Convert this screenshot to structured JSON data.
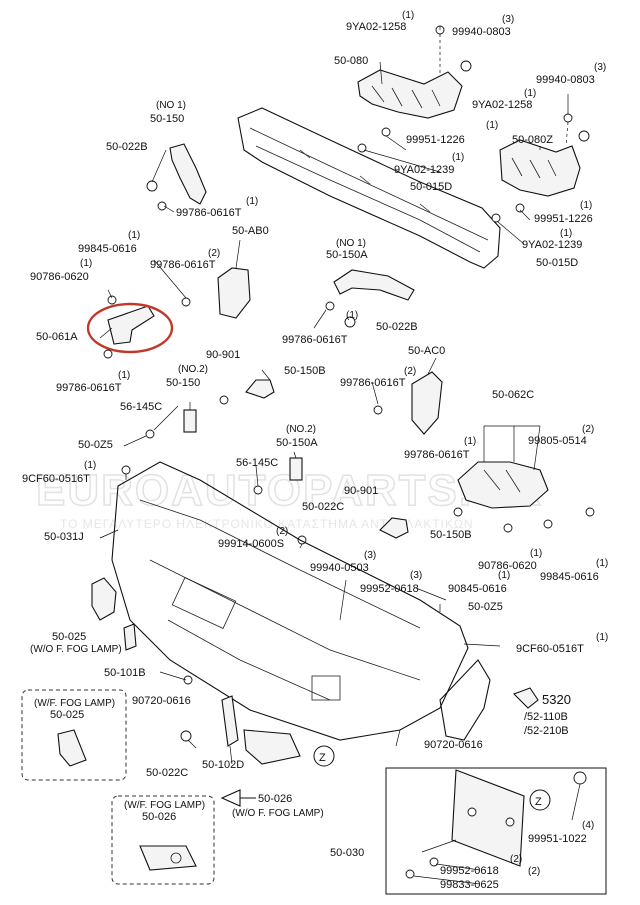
{
  "watermark": {
    "main": "EUROAUTOPARTS.GR",
    "sub": "ΤΟ ΜΕΓΑΛΥΤΕΡΟ ΗΛΕΚΤΡΟΝΙΚΟ ΚΑΤΑΣΤΗΜΑ ΑΝΤΑΛΛΑΚΤΙΚΩΝ"
  },
  "labels": {
    "l_9ya02_1258_top": "9YA02-1258",
    "q_9ya02_1258_top": "(1)",
    "l_99940_0803_top": "99940-0803",
    "q_99940_0803_top": "(3)",
    "l_50_080": "50-080",
    "l_99940_0803_r": "99940-0803",
    "q_99940_0803_r": "(3)",
    "l_9ya02_1258_r": "9YA02-1258",
    "q_9ya02_1258_r": "(1)",
    "l_99951_1226_a": "99951-1226",
    "q_99951_1226_a": "(1)",
    "l_50_080z": "50-080Z",
    "l_9ya02_1239_a": "9YA02-1239",
    "q_9ya02_1239_a": "(1)",
    "l_50_015d_a": "50-015D",
    "l_99951_1226_b": "99951-1226",
    "q_99951_1226_b": "(1)",
    "l_9ya02_1239_b": "9YA02-1239",
    "q_9ya02_1239_b": "(1)",
    "l_50_015d_b": "50-015D",
    "l_no1_a": "(NO 1)",
    "l_50_150": "50-150",
    "l_50_022b_a": "50-022B",
    "l_99786_0616t_a": "99786-0616T",
    "q_99786_0616t_a": "(1)",
    "l_99845_0616_a": "99845-0616",
    "q_99845_0616_a": "(1)",
    "l_50_ab0": "50-AB0",
    "l_99786_0616t_b": "99786-0616T",
    "q_99786_0616t_b": "(2)",
    "l_90786_0620_a": "90786-0620",
    "q_90786_0620_a": "(1)",
    "l_no1_b": "(NO 1)",
    "l_50_150a_a": "50-150A",
    "l_50_061a": "50-061A",
    "l_99786_0616t_c": "99786-0616T",
    "q_99786_0616t_c": "(1)",
    "l_50_022b_b": "50-022B",
    "l_99786_0616t_d": "99786-0616T",
    "q_99786_0616t_d": "(1)",
    "l_50_ac0": "50-AC0",
    "l_90_901_a": "90-901",
    "l_no2_a": "(NO.2)",
    "l_50_150_b": "50-150",
    "l_50_150b_a": "50-150B",
    "l_99786_0616t_e": "99786-0616T",
    "q_99786_0616t_e": "(2)",
    "l_56_145c_a": "56-145C",
    "l_50_062c": "50-062C",
    "l_99805_0514": "99805-0514",
    "q_99805_0514": "(2)",
    "l_50_0z5_a": "50-0Z5",
    "l_no2_b": "(NO.2)",
    "l_50_150a_b": "50-150A",
    "l_99786_0616t_f": "99786-0616T",
    "q_99786_0616t_f": "(1)",
    "l_9cf60_0516t_a": "9CF60-0516T",
    "q_9cf60_0516t_a": "(1)",
    "l_56_145c_b": "56-145C",
    "l_90_901_b": "90-901",
    "l_50_022c_a": "50-022C",
    "l_50_031j": "50-031J",
    "l_99914_0600s": "99914-0600S",
    "q_99914_0600s": "(2)",
    "l_50_150b_b": "50-150B",
    "l_90786_0620_b": "90786-0620",
    "q_90786_0620_b": "(1)",
    "l_99845_0616_b": "99845-0616",
    "q_99845_0616_b": "(1)",
    "l_99940_0503": "99940-0503",
    "q_99940_0503": "(3)",
    "l_99952_0618_a": "99952-0618",
    "q_99952_0618_a": "(3)",
    "l_90845_0616": "90845-0616",
    "q_90845_0616": "(1)",
    "l_50_0z5_b": "50-0Z5",
    "l_50_025": "50-025",
    "l_wo_fog_a": "(W/O F. FOG LAMP)",
    "l_9cf60_0516t_b": "9CF60-0516T",
    "q_9cf60_0516t_b": "(1)",
    "l_50_101b": "50-101B",
    "l_90720_0616_a": "90720-0616",
    "l_5320": "5320",
    "l_52_110b": "/52-110B",
    "l_52_210b": "/52-210B",
    "l_wf_fog_a": "(W/F. FOG LAMP)",
    "l_50_025_b": "50-025",
    "l_90720_0616_b": "90720-0616",
    "l_50_022c_b": "50-022C",
    "l_50_102d": "50-102D",
    "l_z_a": "Z",
    "l_wf_fog_b": "(W/F. FOG LAMP)",
    "l_50_026_a": "50-026",
    "l_50_026_b": "50-026",
    "l_wo_fog_b": "(W/O F. FOG LAMP)",
    "l_z_b": "Z",
    "l_99951_1022": "99951-1022",
    "q_99951_1022": "(4)",
    "l_50_030": "50-030",
    "l_99952_0618_b": "99952-0618",
    "q_99952_0618_b": "(2)",
    "l_99833_0625": "99833-0625",
    "q_99833_0625": "(2)"
  }
}
